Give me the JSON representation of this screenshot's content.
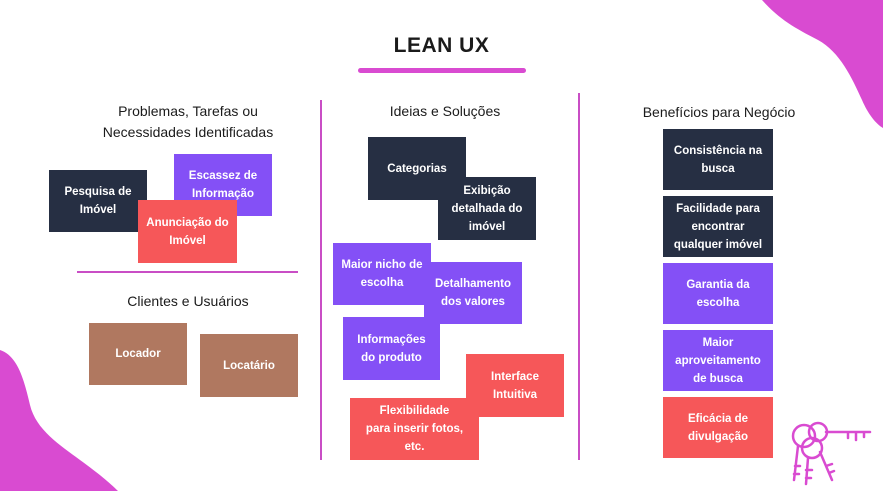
{
  "colors": {
    "accent": "#d94bd1",
    "navy": "#262f43",
    "purple": "#8450f6",
    "coral": "#f65759",
    "brown": "#b07860",
    "divider": "#c94ec5"
  },
  "page": {
    "title": "LEAN UX"
  },
  "columns": {
    "problems": {
      "heading": "Problemas, Tarefas ou\nNecessidades Identificadas"
    },
    "clients": {
      "heading": "Clientes e Usuários"
    },
    "ideas": {
      "heading": "Ideias e Soluções"
    },
    "benefits": {
      "heading": "Benefícios para Negócio"
    }
  },
  "notes": {
    "problems": [
      {
        "text": "Pesquisa de\nImóvel",
        "color": "navy"
      },
      {
        "text": "Escassez de\nInformação",
        "color": "purple"
      },
      {
        "text": "Anunciação do\nImóvel",
        "color": "coral"
      }
    ],
    "clients": [
      {
        "text": "Locador",
        "color": "brown"
      },
      {
        "text": "Locatário",
        "color": "brown"
      }
    ],
    "ideas": [
      {
        "text": "Categorias",
        "color": "navy"
      },
      {
        "text": "Exibição\ndetalhada do\nimóvel",
        "color": "navy"
      },
      {
        "text": "Maior nicho de\nescolha",
        "color": "purple"
      },
      {
        "text": "Detalhamento\ndos valores",
        "color": "purple"
      },
      {
        "text": "Informações\ndo produto",
        "color": "purple"
      },
      {
        "text": "Interface\nIntuitiva",
        "color": "coral"
      },
      {
        "text": "Flexibilidade\npara inserir fotos,\netc.",
        "color": "coral"
      }
    ],
    "benefits": [
      {
        "text": "Consistência na\nbusca",
        "color": "navy"
      },
      {
        "text": "Facilidade para\nencontrar\nqualquer imóvel",
        "color": "navy"
      },
      {
        "text": "Garantia da\nescolha",
        "color": "purple"
      },
      {
        "text": "Maior\naproveitamento\nde busca",
        "color": "purple"
      },
      {
        "text": "Eficácia de\ndivulgação",
        "color": "coral"
      }
    ]
  },
  "icons": {
    "keys": "keys-icon",
    "blob_top_right": "decorative-blob",
    "blob_bottom_left": "decorative-blob"
  }
}
